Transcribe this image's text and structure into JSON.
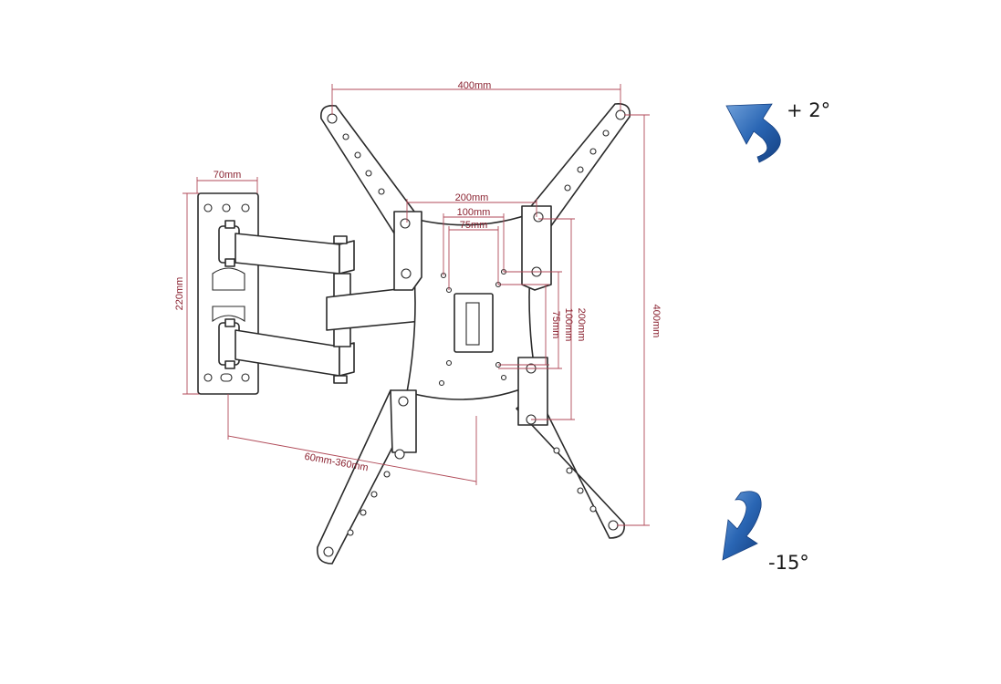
{
  "dimensions": {
    "vesa_width": "400mm",
    "vesa_height": "400mm",
    "wall_plate_width": "70mm",
    "wall_plate_height": "220mm",
    "arm_extension": "60mm-360mm",
    "h_200": "200mm",
    "h_100": "100mm",
    "h_75": "75mm",
    "v_200": "200mm",
    "v_100": "100mm",
    "v_75": "75mm"
  },
  "tilt": {
    "up": "+ 2°",
    "down": "-15°"
  },
  "colors": {
    "dimension_line": "#b04a58",
    "dimension_text": "#8a2230",
    "arrow_blue": "#1f5aa6",
    "outline": "#2a2a2a"
  },
  "icons": {
    "tilt_up": "curved-arrow-up-icon",
    "tilt_down": "curved-arrow-down-icon"
  }
}
